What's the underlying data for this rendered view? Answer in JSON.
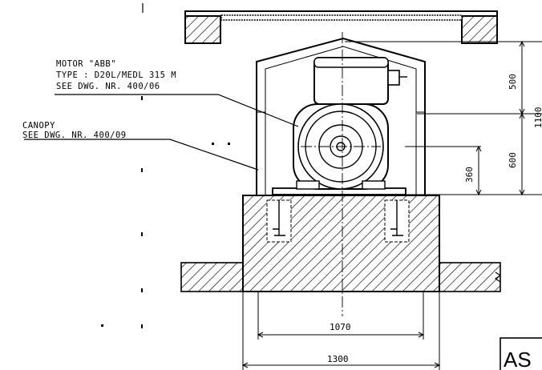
{
  "labels": {
    "motor_line1": "MOTOR \"ABB\"",
    "motor_line2": "TYPE  : D20L/MEDL 315 M",
    "motor_line3": "SEE DWG. NR. 400/06",
    "canopy_line1": "CANOPY",
    "canopy_line2": "SEE DWG. NR. 400/09"
  },
  "dimensions": {
    "d500": "500",
    "d1100": "1100",
    "d600": "600",
    "d360": "360",
    "d1070": "1070",
    "d1300": "1300"
  },
  "title_fragment": "AS"
}
